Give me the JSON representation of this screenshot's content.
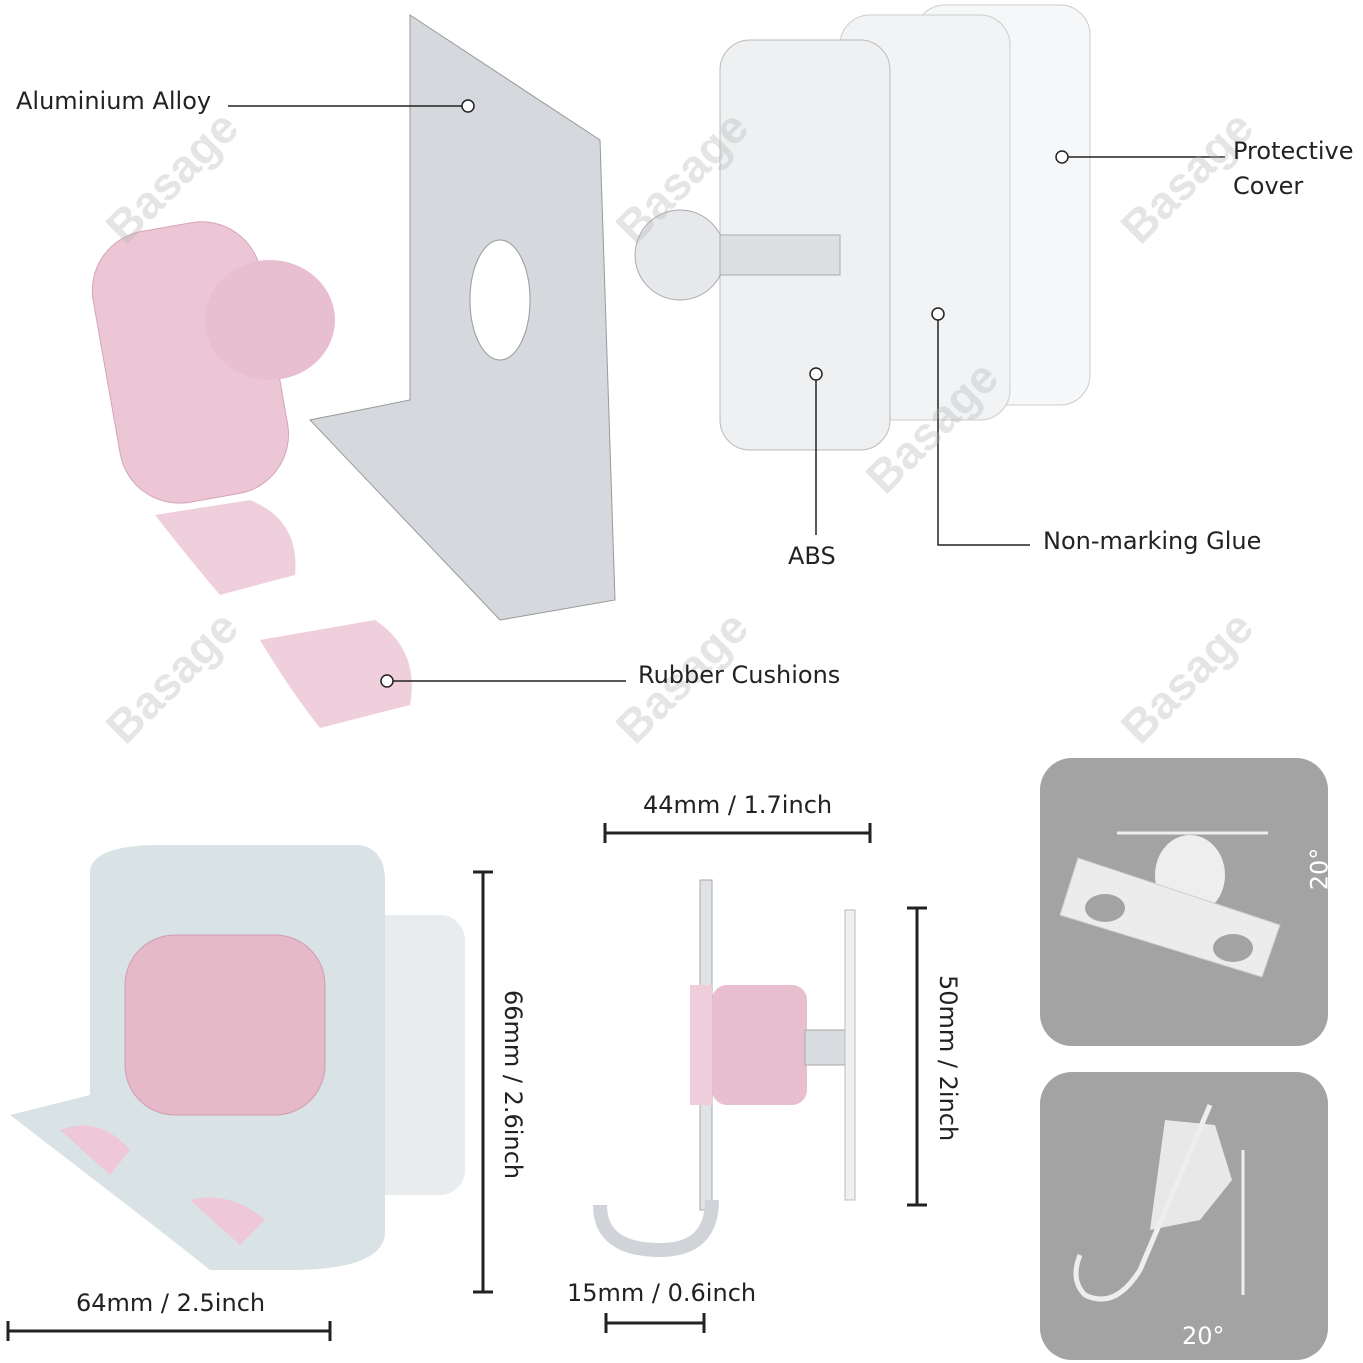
{
  "brand_watermark": "Basage",
  "callouts": {
    "aluminium": "Aluminium Alloy",
    "protective_line1": "Protective",
    "protective_line2": "Cover",
    "abs": "ABS",
    "glue": "Non-marking Glue",
    "rubber": "Rubber Cushions"
  },
  "dimensions": {
    "width_front": "64mm / 2.5inch",
    "height_front": "66mm / 2.6inch",
    "top_side": "44mm / 1.7inch",
    "height_side": "50mm / 2inch",
    "hook_depth": "15mm / 0.6inch"
  },
  "angles": {
    "top_panel": "20°",
    "bottom_panel": "20°"
  },
  "colors": {
    "pink": "#e8bfd0",
    "metal": "#c9cdd2",
    "panel_gray": "#a3a3a3"
  }
}
